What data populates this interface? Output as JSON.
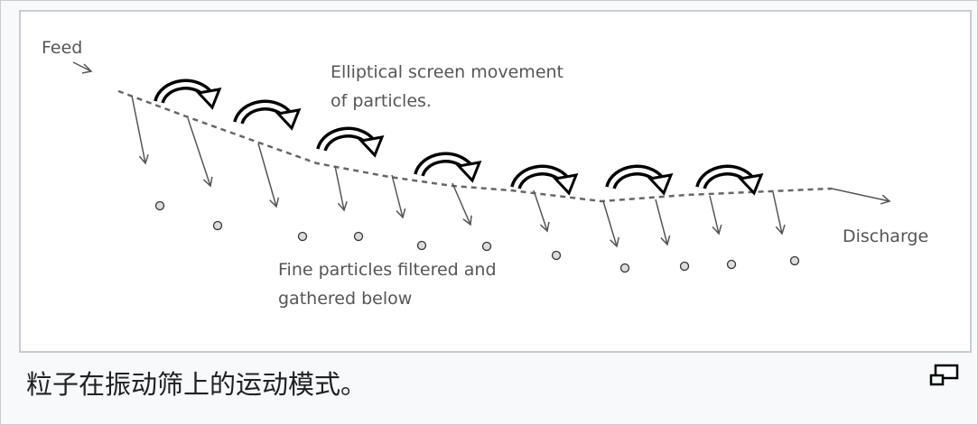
{
  "diagram": {
    "feed_label": "Feed",
    "motion_label_line1": "Elliptical screen movement",
    "motion_label_line2": "of particles.",
    "fines_label_line1": "Fine particles filtered and",
    "fines_label_line2": "gathered below",
    "discharge_label": "Discharge"
  },
  "caption": "粒子在振动筛上的运动模式。",
  "enlarge_icon": "enlarge-icon"
}
